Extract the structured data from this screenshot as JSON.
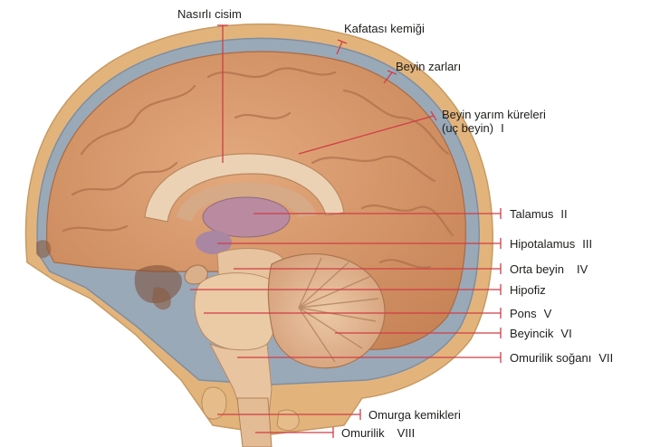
{
  "labels": {
    "corpus_callosum": "Nasırlı cisim",
    "skull_bone": "Kafatası kemiği",
    "meninges": "Beyin zarları",
    "hemispheres_line1": "Beyin yarım küreleri",
    "hemispheres_line2": "(uç beyin)",
    "hemispheres_num": "I",
    "thalamus": "Talamus",
    "thalamus_num": "II",
    "hypothalamus": "Hipotalamus",
    "hypothalamus_num": "III",
    "midbrain": "Orta beyin",
    "midbrain_num": "IV",
    "pituitary": "Hipofiz",
    "pons": "Pons",
    "pons_num": "V",
    "cerebellum": "Beyincik",
    "cerebellum_num": "VI",
    "medulla": "Omurilik soğanı",
    "medulla_num": "VII",
    "vertebrae": "Omurga kemikleri",
    "spinal_cord": "Omurilik",
    "spinal_cord_num": "VIII"
  },
  "colors": {
    "skull": "#e2b47c",
    "meninges": "#9aa9b8",
    "cortex": "#d99a6e",
    "white_matter": "#e8c5a0",
    "leader_line": "#d23c45",
    "text": "#1d1d1b"
  }
}
